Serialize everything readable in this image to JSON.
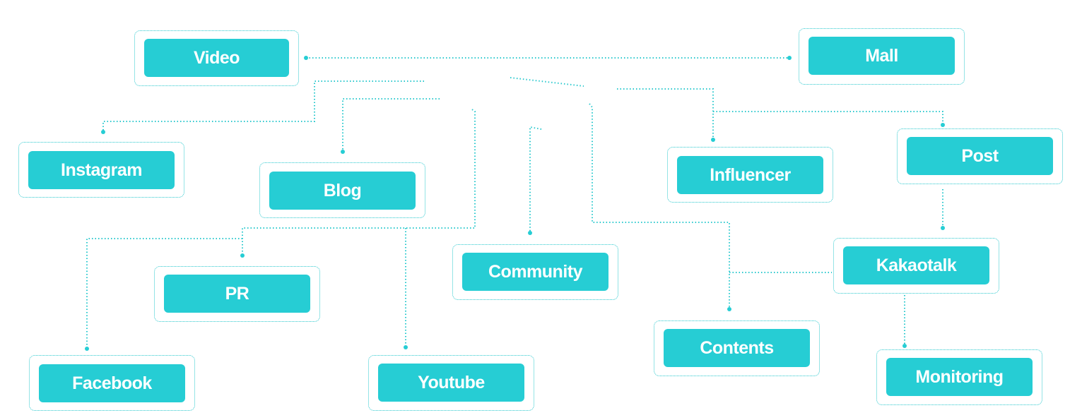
{
  "colors": {
    "accent": "#26cdd4",
    "line": "#2bc9ce",
    "background": "#ffffff"
  },
  "nodes": {
    "video": "Video",
    "mall": "Mall",
    "instagram": "Instagram",
    "blog": "Blog",
    "influencer": "Influencer",
    "post": "Post",
    "community": "Community",
    "kakaotalk": "Kakaotalk",
    "pr": "PR",
    "contents": "Contents",
    "facebook": "Facebook",
    "youtube": "Youtube",
    "monitoring": "Monitoring"
  }
}
